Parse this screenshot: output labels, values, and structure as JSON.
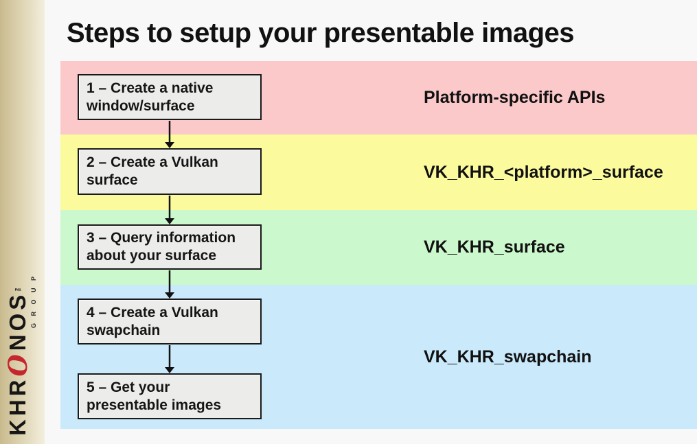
{
  "slide": {
    "title": "Steps to setup your presentable images"
  },
  "sidebar": {
    "brand": {
      "prefix": "KHR",
      "o": "O",
      "suffix": "NOS",
      "tm": "™",
      "group": "G R O U P"
    },
    "colors": {
      "gradient_left": "#c9ba8e",
      "gradient_right": "#f3eedd",
      "swoosh_red": "#c4272e"
    }
  },
  "flow": {
    "steps": [
      {
        "label": "1 – Create a native window/surface"
      },
      {
        "label": "2 – Create a Vulkan surface"
      },
      {
        "label": "3 – Query information about your surface"
      },
      {
        "label": "4 – Create a Vulkan swapchain"
      },
      {
        "label": "5 – Get your presentable images"
      }
    ],
    "box_fill": "#ececea",
    "box_border": "#1a1a1a"
  },
  "bands": [
    {
      "name": "platform-apis",
      "color": "#fbc9ca",
      "api": "Platform-specific APIs"
    },
    {
      "name": "platform-surface",
      "color": "#fbfa9d",
      "api": "VK_KHR_<platform>_surface"
    },
    {
      "name": "surface",
      "color": "#cbf8cc",
      "api": "VK_KHR_surface"
    },
    {
      "name": "swapchain",
      "color": "#cae9fb",
      "api": "VK_KHR_swapchain"
    }
  ],
  "page_background": "#f8f8f8"
}
